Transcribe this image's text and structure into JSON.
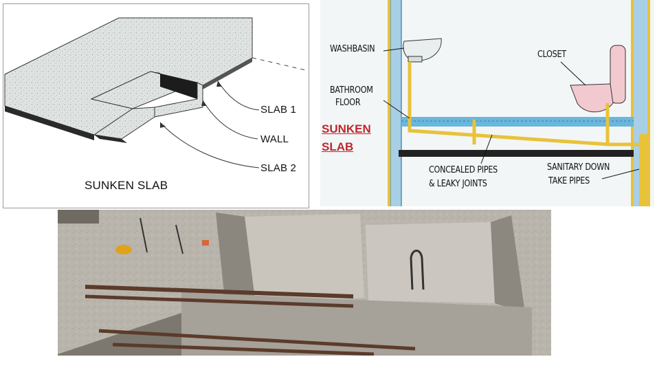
{
  "left_diagram": {
    "labels": {
      "slab1": "SLAB 1",
      "wall": "WALL",
      "slab2": "SLAB 2",
      "title": "SUNKEN SLAB"
    }
  },
  "right_diagram": {
    "labels": {
      "washbasin": "WASHBASIN",
      "closet": "CLOSET",
      "bathroom_floor_line1": "BATHROOM",
      "bathroom_floor_line2": "FLOOR",
      "sunken_line1": "SUNKEN",
      "sunken_line2": "SLAB",
      "concealed_line1": "CONCEALED PIPES",
      "concealed_line2": "& LEAKY JOINTS",
      "sanitary_line1": "SANITARY DOWN",
      "sanitary_line2": "TAKE PIPES"
    },
    "colors": {
      "pipe": "#e8c23a",
      "wall": "#a9cfe6",
      "fixture": "#f2c9cf",
      "highlight": "#c0262c"
    }
  },
  "photo": {}
}
